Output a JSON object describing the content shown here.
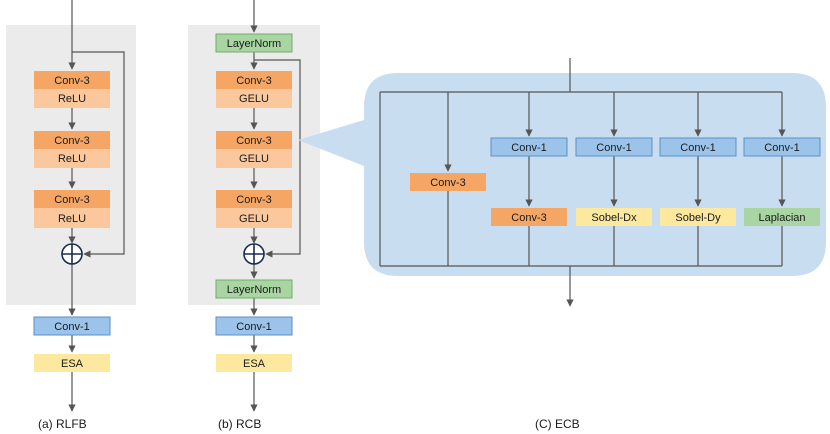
{
  "colors": {
    "panel_gray": "#ebebeb",
    "ecb_panel": "#c9ddf0",
    "conv_orange": "#f5a664",
    "act_orange": "#fac89c",
    "conv1_blue": "#9cc4ea",
    "yellow": "#fde8a0",
    "green": "#a8d5a2",
    "line": "#555555"
  },
  "rlfb": {
    "blocks": [
      {
        "conv": "Conv-3",
        "act": "ReLU"
      },
      {
        "conv": "Conv-3",
        "act": "ReLU"
      },
      {
        "conv": "Conv-3",
        "act": "ReLU"
      }
    ],
    "conv1": "Conv-1",
    "esa": "ESA",
    "caption": "(a)  RLFB"
  },
  "rcb": {
    "norm_top": "LayerNorm",
    "blocks": [
      {
        "conv": "Conv-3",
        "act": "GELU"
      },
      {
        "conv": "Conv-3",
        "act": "GELU"
      },
      {
        "conv": "Conv-3",
        "act": "GELU"
      }
    ],
    "norm_bottom": "LayerNorm",
    "conv1": "Conv-1",
    "esa": "ESA",
    "caption": "(b)  RCB"
  },
  "ecb": {
    "single": "Conv-3",
    "branches": [
      {
        "top": "Conv-1",
        "bottom": "Conv-3",
        "bottom_color": "conv_orange"
      },
      {
        "top": "Conv-1",
        "bottom": "Sobel-Dx",
        "bottom_color": "yellow"
      },
      {
        "top": "Conv-1",
        "bottom": "Sobel-Dy",
        "bottom_color": "yellow"
      },
      {
        "top": "Conv-1",
        "bottom": "Laplacian",
        "bottom_color": "green"
      }
    ],
    "caption": "(C)  ECB"
  }
}
